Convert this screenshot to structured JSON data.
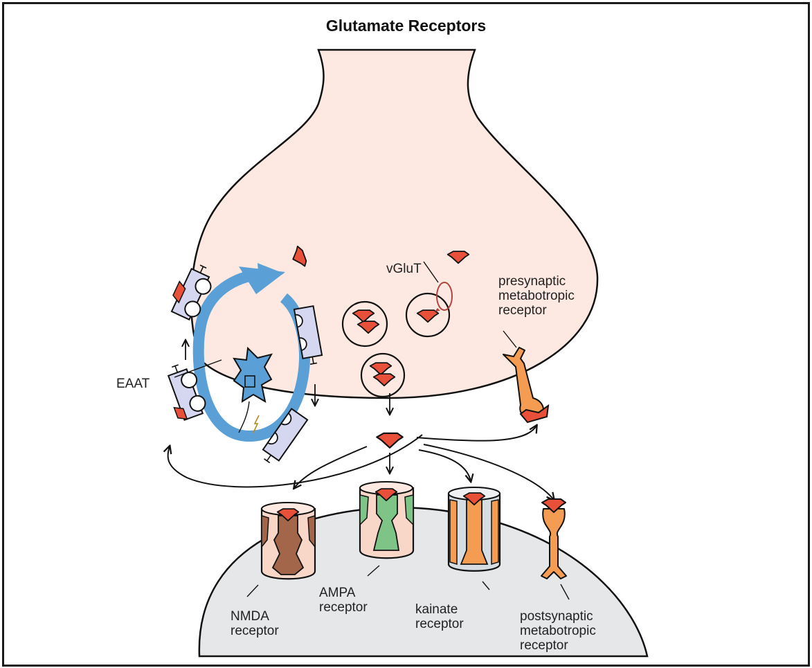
{
  "title": "Glutamate Receptors",
  "labels": {
    "vglut": "vGluT",
    "eaat": "EAAT",
    "presynaptic_mglur": [
      "presynaptic",
      "metabotropic",
      "receptor"
    ],
    "nmda": [
      "NMDA",
      "receptor"
    ],
    "ampa": [
      "AMPA",
      "receptor"
    ],
    "kainate": [
      "kainate",
      "receptor"
    ],
    "postsynaptic_mglur": [
      "postsynaptic",
      "metabotropic",
      "receptor"
    ]
  },
  "colors": {
    "presynaptic_fill": "#fde9e1",
    "postsynaptic_fill": "#e6e7e9",
    "glutamate": "#e8503a",
    "eaat_cycle": "#5aa0d6",
    "transporter": "#d4d7ef",
    "metabotropic": "#f39c52",
    "nmda_subunit": "#a3664b",
    "ampa_subunit": "#7ec487",
    "kainate_subunit": "#f39c52",
    "vglut_loop": "#b0453c"
  }
}
